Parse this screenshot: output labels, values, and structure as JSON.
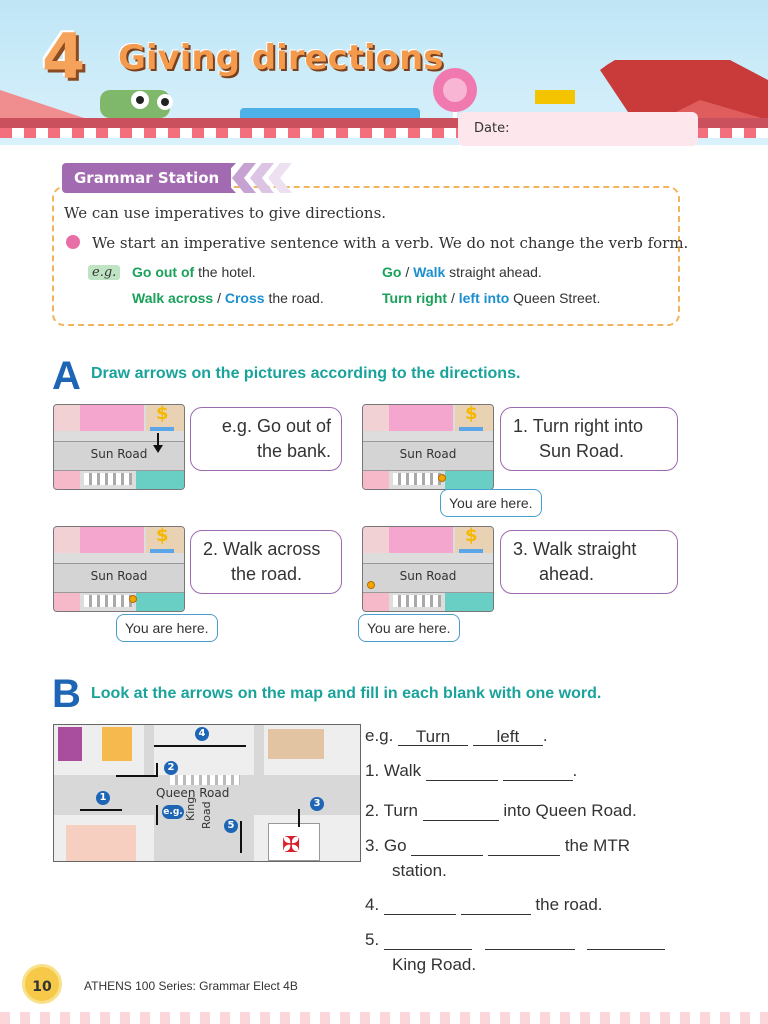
{
  "header": {
    "chapter_number": "4",
    "title": "Giving directions",
    "date_label": "Date:"
  },
  "grammar": {
    "tag": "Grammar Station",
    "line1": "We can use imperatives to give directions.",
    "line2": "We start an imperative sentence with a verb. We do not change the verb form.",
    "eg_label": "e.g.",
    "ex1": {
      "a": "Go out of",
      "b": " the hotel."
    },
    "ex2": {
      "a": "Go",
      "sep": " / ",
      "b": "Walk",
      "c": " straight ahead."
    },
    "ex3": {
      "a": "Walk across",
      "sep": " / ",
      "b": "Cross",
      "c": " the road."
    },
    "ex4": {
      "a": "Turn right",
      "sep": " / ",
      "b": "left into",
      "c": " Queen Street."
    }
  },
  "sectionA": {
    "letter": "A",
    "instruction": "Draw arrows on the pictures according to the directions.",
    "road_label": "Sun Road",
    "bubbles": [
      {
        "l1": "e.g. Go out of",
        "l2": "the bank."
      },
      {
        "l1": "1.  Turn right into",
        "l2": "Sun Road."
      },
      {
        "l1": "2.  Walk across",
        "l2": "the road."
      },
      {
        "l1": "3.  Walk straight",
        "l2": "ahead."
      }
    ],
    "here_label": "You are here."
  },
  "sectionB": {
    "letter": "B",
    "instruction": "Look at the arrows on the map and fill in each blank with one word.",
    "map": {
      "queen_road": "Queen Road",
      "king_road_1": "King",
      "king_road_2": "Road",
      "eg_marker": "e.g.",
      "markers": [
        "1",
        "2",
        "3",
        "4",
        "5"
      ]
    },
    "eg": {
      "label": "e.g.",
      "w1": "Turn",
      "w2": "left"
    },
    "q1": {
      "num": "1.",
      "text": "Walk"
    },
    "q2": {
      "num": "2.",
      "a": "Turn",
      "b": "into Queen Road."
    },
    "q3": {
      "num": "3.",
      "a": "Go",
      "b": "the MTR",
      "c": "station."
    },
    "q4": {
      "num": "4.",
      "b": "the road."
    },
    "q5": {
      "num": "5.",
      "c": "King Road."
    }
  },
  "footer": {
    "page_number": "10",
    "series": "ATHENS 100 Series: Grammar Elect 4B"
  }
}
